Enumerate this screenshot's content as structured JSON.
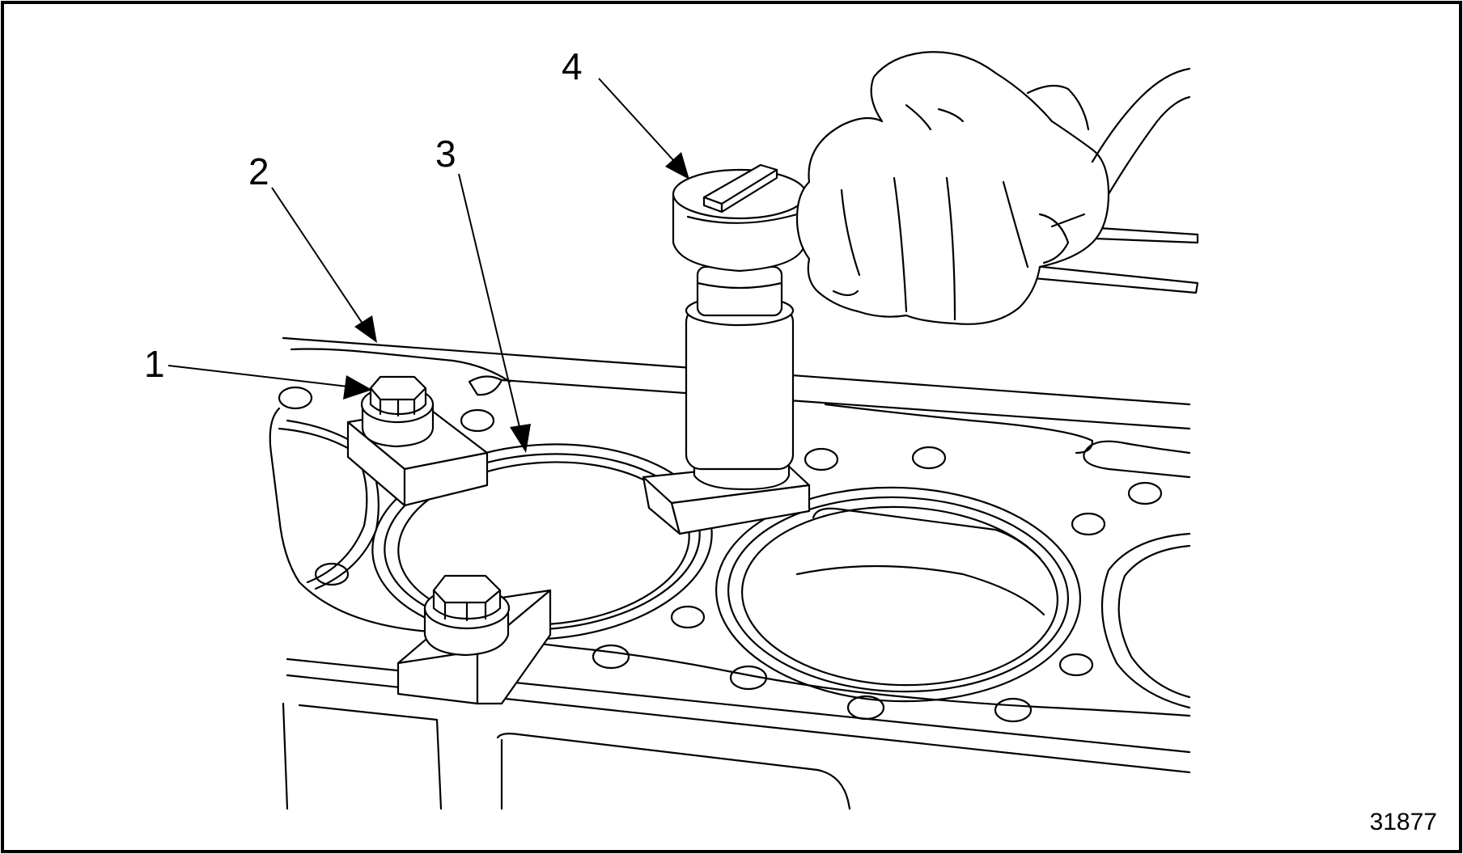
{
  "callouts": [
    {
      "id": "1",
      "label": "1"
    },
    {
      "id": "2",
      "label": "2"
    },
    {
      "id": "3",
      "label": "3"
    },
    {
      "id": "4",
      "label": "4"
    }
  ],
  "figure_number": "31877",
  "colors": {
    "ink": "#000000",
    "paper": "#ffffff"
  }
}
